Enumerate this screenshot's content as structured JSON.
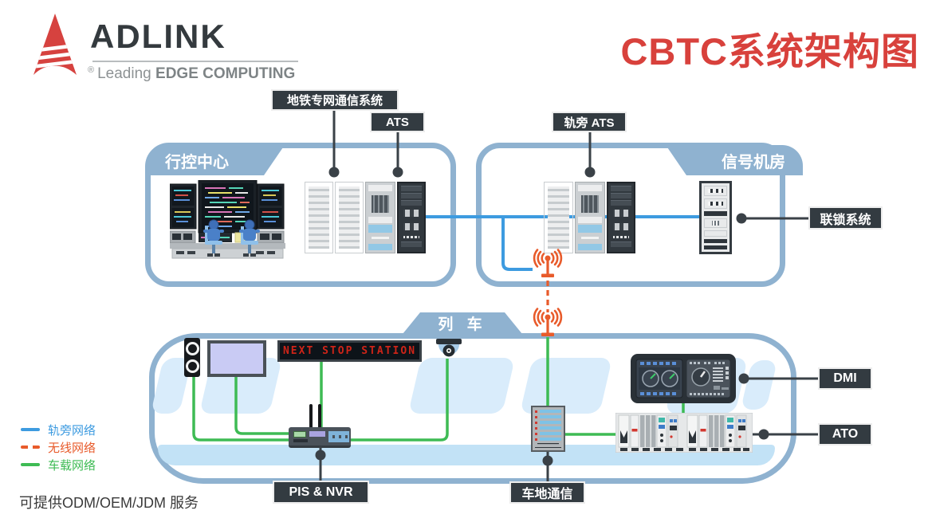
{
  "header": {
    "brand": "ADLINK",
    "registered": "®",
    "tagline_light": "Leading",
    "tagline_bold": "EDGE COMPUTING",
    "title": "CBTC系统架构图"
  },
  "sections": {
    "control_center": {
      "tab": "行控中心"
    },
    "signal_room": {
      "tab": "信号机房"
    },
    "train": {
      "tab": "列 车",
      "led_text": "NEXT STOP STATION"
    }
  },
  "callouts": {
    "metro_comm": "地铁专网通信系统",
    "ats": "ATS",
    "wayside_ats": "轨旁 ATS",
    "interlocking": "联锁系统",
    "dmi": "DMI",
    "ato": "ATO",
    "pis_nvr": "PIS & NVR",
    "train_ground": "车地通信"
  },
  "legend": {
    "items": [
      {
        "label": "轨旁网络",
        "color": "#3D9BE0",
        "line": "solid"
      },
      {
        "label": "无线网络",
        "color": "#E85B2B",
        "line": "dashed"
      },
      {
        "label": "车载网络",
        "color": "#3EBB54",
        "line": "solid"
      }
    ]
  },
  "footer": {
    "text": "可提供ODM/OEM/JDM 服务"
  },
  "colors": {
    "accent_red": "#D8413C",
    "box_border": "#8FB2D0",
    "label_bg": "#333B41",
    "trackside_blue": "#3D9BE0",
    "wireless_orange": "#E85B2B",
    "onboard_green": "#3EBB54",
    "window_blue": "#D9ECFB"
  }
}
